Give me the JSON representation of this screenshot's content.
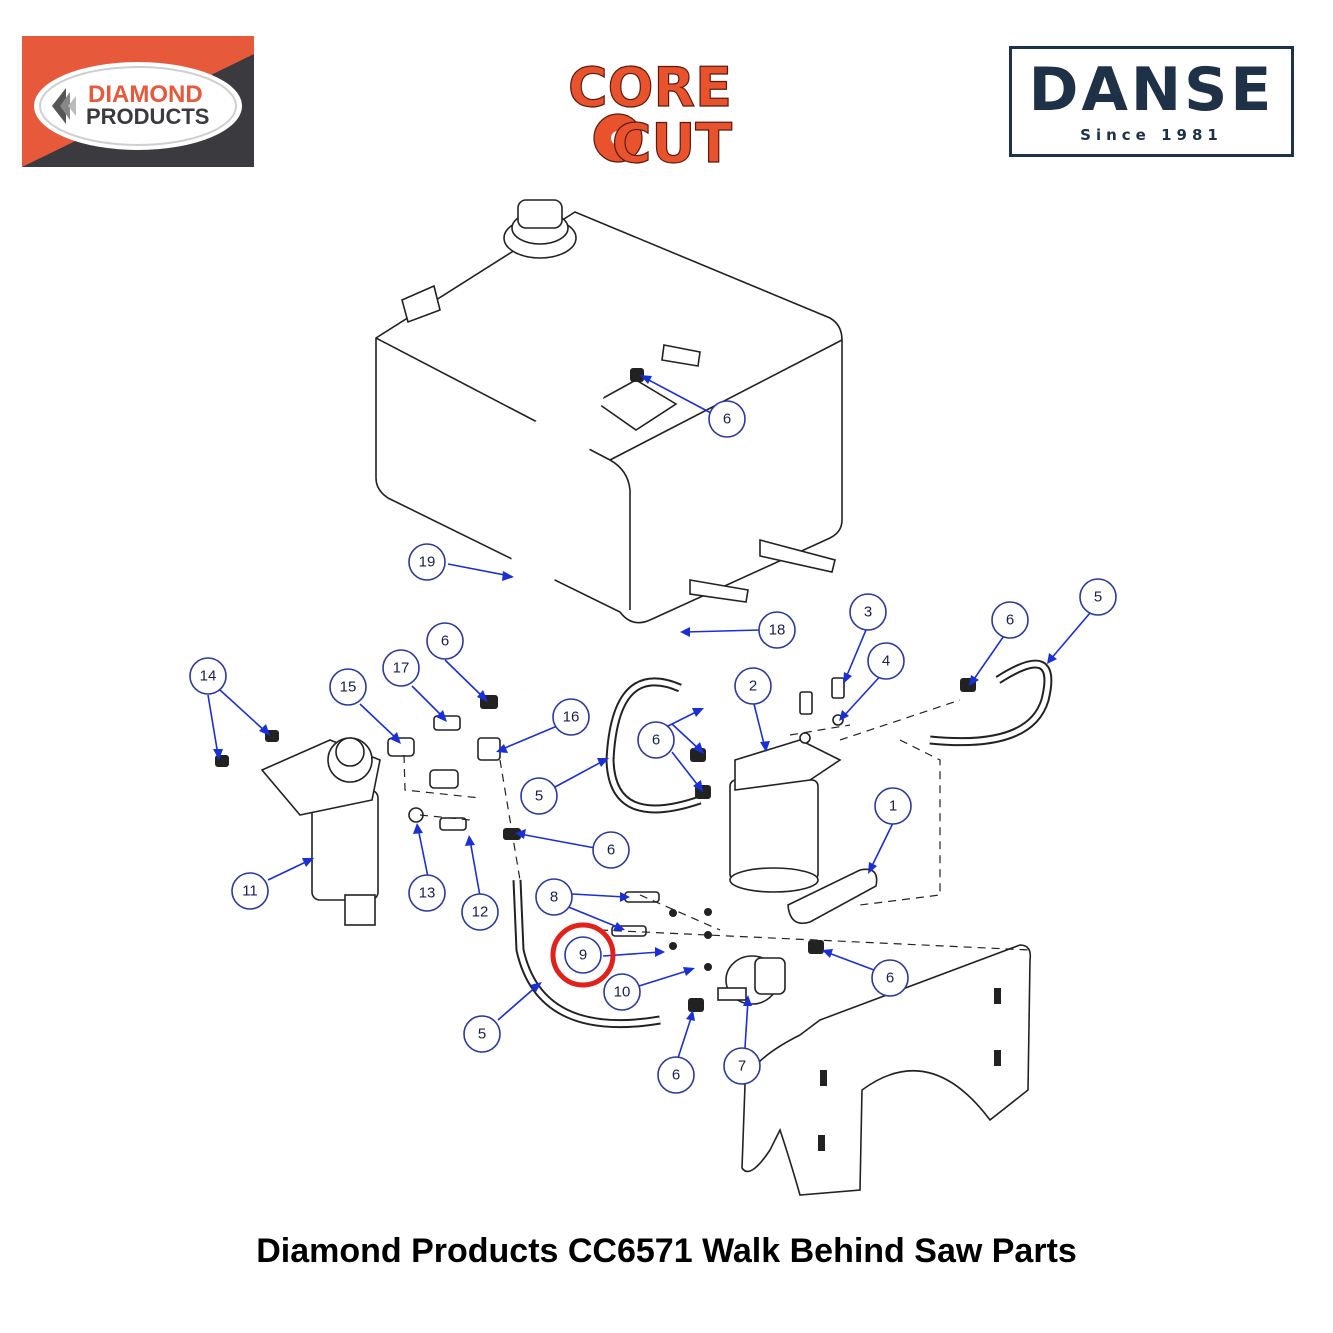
{
  "logos": {
    "diamond": {
      "line1": "DIAMOND",
      "line2": "PRODUCTS",
      "colors": {
        "orange": "#e65a3b",
        "dark": "#3a3a3f"
      }
    },
    "corecut": {
      "line1": "CORE",
      "line2": "CUT",
      "color": "#e8522d"
    },
    "danse": {
      "word": "DANSE",
      "since": "Since 1981",
      "color": "#1f3147"
    }
  },
  "callouts": [
    {
      "label": "1"
    },
    {
      "label": "2"
    },
    {
      "label": "3"
    },
    {
      "label": "4"
    },
    {
      "label": "5"
    },
    {
      "label": "5"
    },
    {
      "label": "5"
    },
    {
      "label": "6"
    },
    {
      "label": "6"
    },
    {
      "label": "6"
    },
    {
      "label": "6"
    },
    {
      "label": "6"
    },
    {
      "label": "6"
    },
    {
      "label": "6"
    },
    {
      "label": "7"
    },
    {
      "label": "8"
    },
    {
      "label": "9",
      "highlighted": true
    },
    {
      "label": "10"
    },
    {
      "label": "11"
    },
    {
      "label": "12"
    },
    {
      "label": "13"
    },
    {
      "label": "14"
    },
    {
      "label": "15"
    },
    {
      "label": "16"
    },
    {
      "label": "17"
    },
    {
      "label": "18"
    },
    {
      "label": "19"
    }
  ],
  "highlight_color": "#e0221b",
  "footer": {
    "title": "Diamond Products CC6571 Walk Behind Saw Parts"
  }
}
